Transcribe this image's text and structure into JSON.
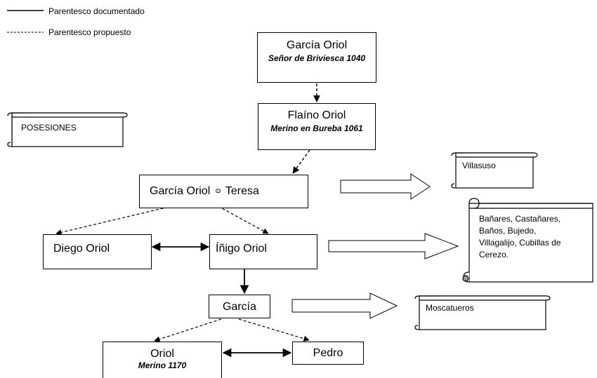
{
  "legend": {
    "documented": "Parentesco documentado",
    "proposed": "Parentesco propuesto"
  },
  "people": {
    "garcia_oriol_1": {
      "name": "García Oriol",
      "title": "Señor de Briviesca 1040"
    },
    "flaino_oriol": {
      "name": "Flaíno Oriol",
      "title": "Merino en Bureba  1061"
    },
    "garcia_oriol_2": {
      "name": "García Oriol",
      "spouse": "Teresa",
      "union_icon": "marriage-rings-icon"
    },
    "diego_oriol": {
      "name": "Diego Oriol"
    },
    "inigo_oriol": {
      "name": "Íñigo Oriol"
    },
    "garcia": {
      "name": "García"
    },
    "oriol": {
      "name": "Oriol",
      "title": "Merino 1170"
    },
    "pedro": {
      "name": "Pedro"
    }
  },
  "possessions": {
    "header": "POSESIONES",
    "villasuso": "Villasuso",
    "inigo_lands": [
      "Bañares, Castañares,",
      "Baños, Bujedo,",
      "Villagalijo, Cubillas de",
      "Cerezo."
    ],
    "moscatueros": "Moscatueros"
  },
  "colors": {
    "line": "#000000",
    "box_fill": "#ffffff",
    "scroll_fill": "#ffffff"
  }
}
